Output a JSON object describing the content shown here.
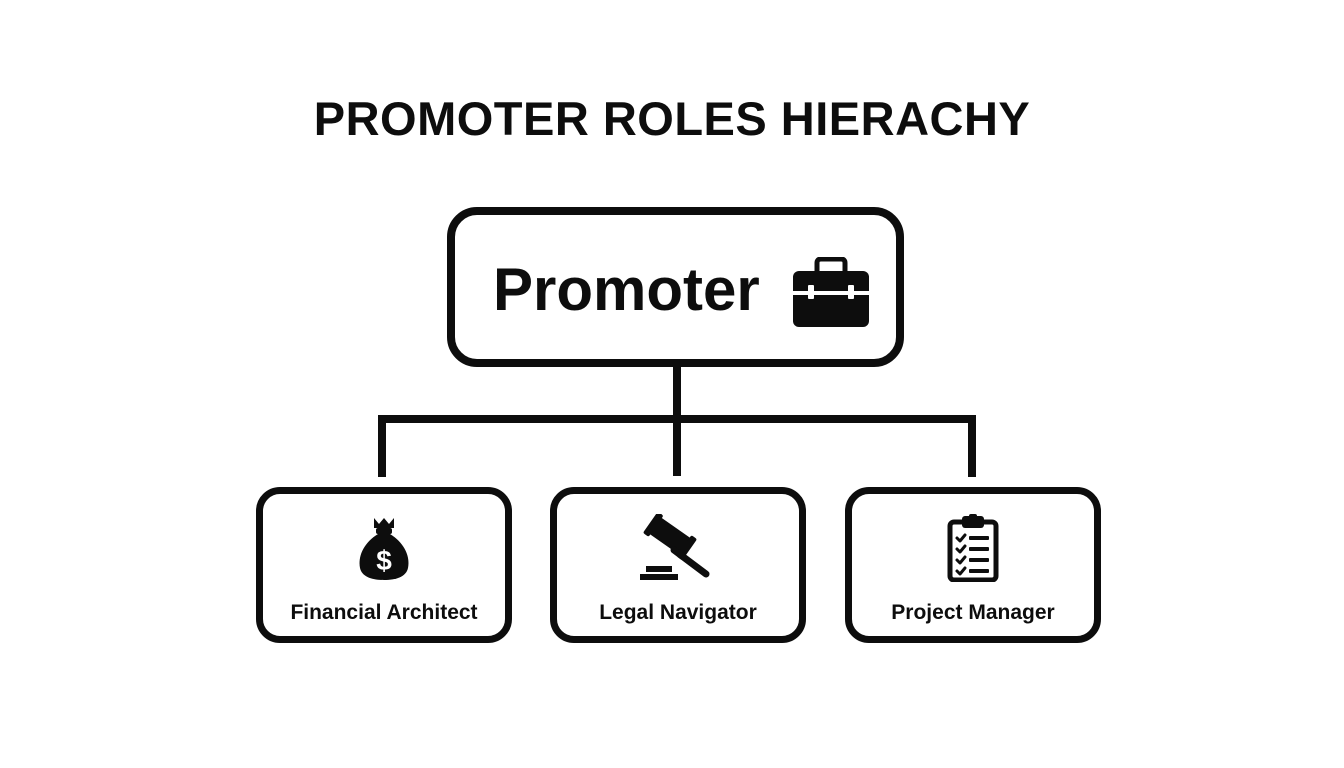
{
  "title": "PROMOTER ROLES HIERACHY",
  "root": {
    "label": "Promoter",
    "icon": "briefcase-icon"
  },
  "children": [
    {
      "label": "Financial Architect",
      "icon": "money-bag-icon"
    },
    {
      "label": "Legal Navigator",
      "icon": "gavel-icon"
    },
    {
      "label": "Project Manager",
      "icon": "clipboard-checklist-icon"
    }
  ],
  "colors": {
    "stroke": "#0d0d0d",
    "background": "#ffffff"
  }
}
